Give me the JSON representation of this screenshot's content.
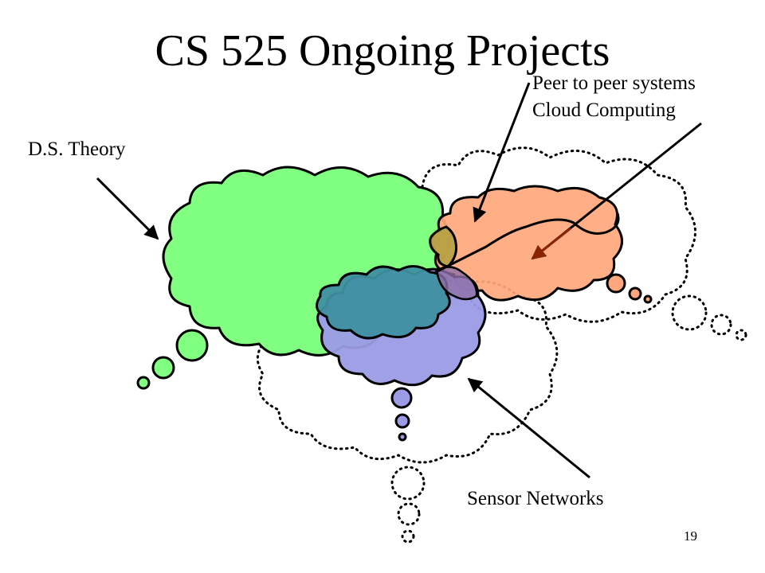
{
  "slide": {
    "title": "CS 525 Ongoing Projects",
    "page_number": "19"
  },
  "labels": {
    "ds_theory": "D.S. Theory",
    "p2p_line1": "Peer to peer systems",
    "p2p_line2": "Cloud Computing",
    "sensor_networks": "Sensor Networks"
  },
  "colors": {
    "theory_cloud": "#80ff80",
    "p2p_cloud": "#ffa77c",
    "sensor_cloud": "#9b9be6",
    "small_cloud": "#3f8fa0",
    "arrow": "#000000",
    "cloud_arrow": "#8b2500"
  }
}
